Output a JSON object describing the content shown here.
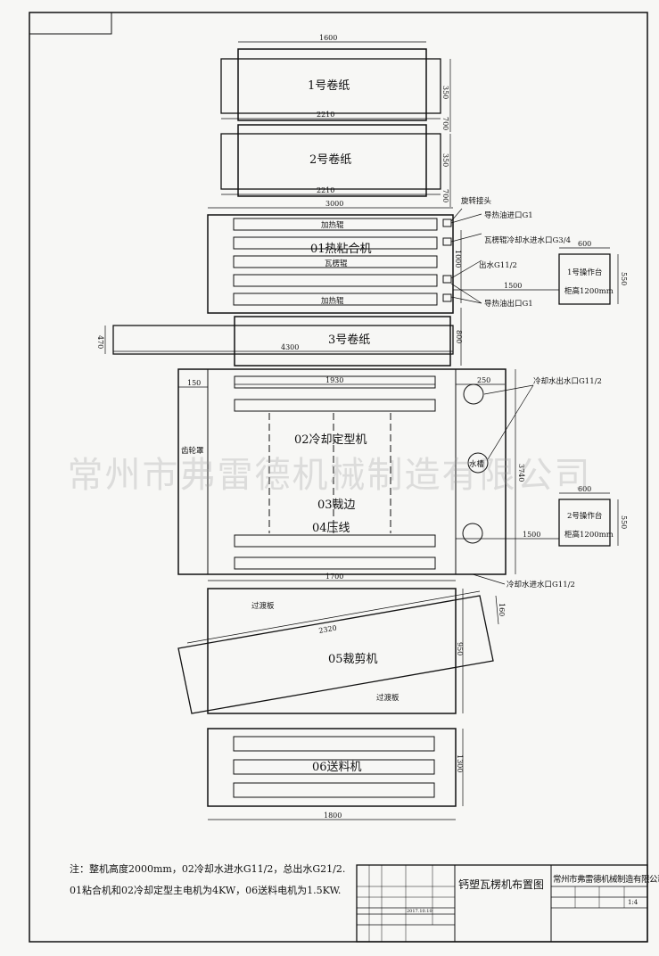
{
  "machines": {
    "roll1": "1号卷纸",
    "roll2": "2号卷纸",
    "heat_press": "01热粘合机",
    "roll3": "3号卷纸",
    "cooling": "02冷却定型机",
    "edge_trim": "03裁边",
    "creasing": "04压线",
    "cutter": "05裁剪机",
    "feeder": "06送料机"
  },
  "labels": {
    "heat_roll_top": "加热辊",
    "heat_roll_bottom": "加热辊",
    "corrugating_roll": "瓦楞辊",
    "rotary_joint": "旋转接头",
    "oil_in": "导热油进口G1",
    "water_in": "瓦楞辊冷却水进水口G3/4",
    "water_out": "出水G11/2",
    "oil_out": "导热油出口G1",
    "console1_name": "1号操作台",
    "console1_height": "柜高1200mm",
    "console2_name": "2号操作台",
    "console2_height": "柜高1200mm",
    "cool_water_out": "冷却水出水口G11/2",
    "water_tank": "水槽",
    "cool_water_in": "冷却水进水口G11/2",
    "gear_cover": "齿轮罩",
    "transition_top": "过渡板",
    "transition_bottom": "过渡板"
  },
  "dimensions": {
    "d1600": "1600",
    "d2210a": "2210",
    "d350a": "350",
    "d700a": "700",
    "d350b": "350",
    "d2210b": "2210",
    "d700b": "700",
    "d3000": "3000",
    "d1000": "1000",
    "d600a": "600",
    "d550a": "550",
    "d1500a": "1500",
    "d470": "470",
    "d4300": "4300",
    "d800": "800",
    "d150": "150",
    "d1930": "1930",
    "d250": "250",
    "d3740": "3740",
    "d600b": "600",
    "d550b": "550",
    "d1500b": "1500",
    "d1700": "1700",
    "d2320": "2320",
    "d160": "160",
    "d950": "950",
    "d1300": "1300",
    "d1800": "1800"
  },
  "notes": {
    "line1": "注：整机高度2000mm，02冷却水进水G11/2，总出水G21/2.",
    "line2": "01粘合机和02冷却定型主电机为4KW，06送料电机为1.5KW."
  },
  "title_block": {
    "drawing_title": "钙塑瓦楞机布置图",
    "company": "常州市弗雷德机械制造有限公司",
    "scale": "1:4",
    "date": "2017.10.10"
  },
  "watermark": "常州市弗雷德机械制造有限公司"
}
